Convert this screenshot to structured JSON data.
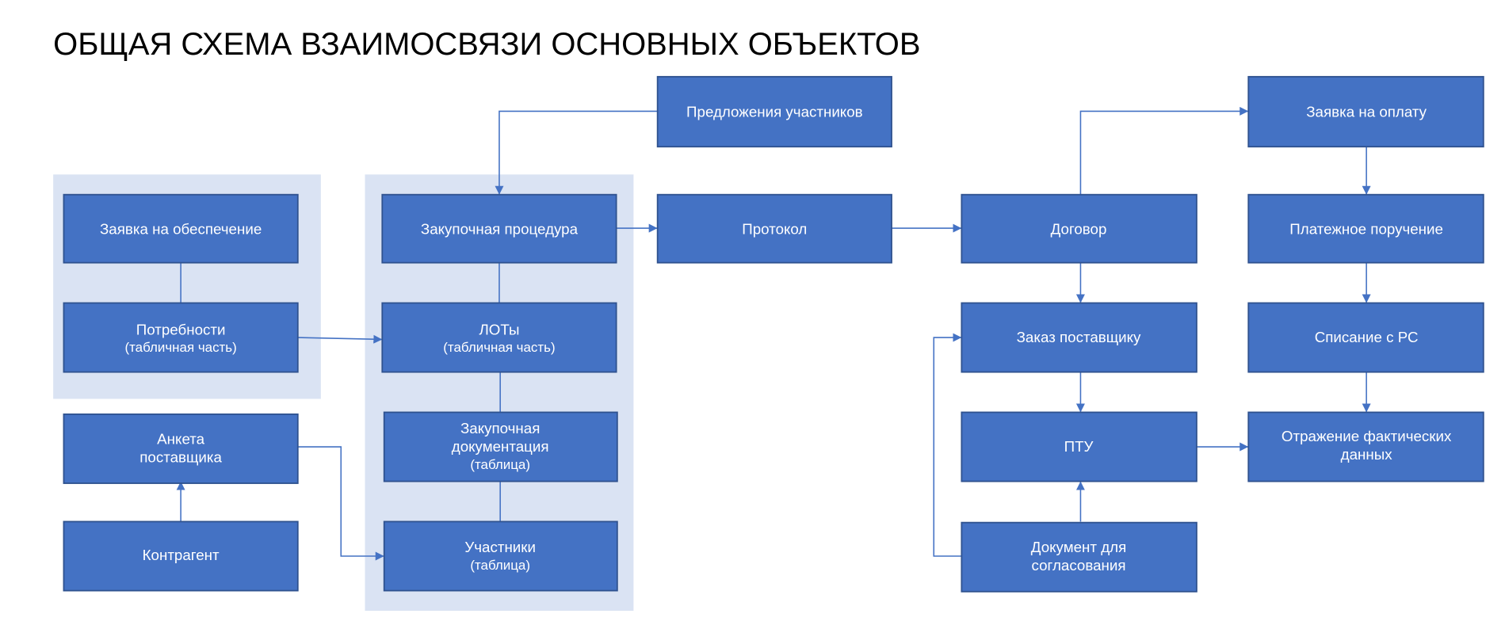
{
  "title": "ОБЩАЯ СХЕМА ВЗАИМОСВЯЗИ ОСНОВНЫХ ОБЪЕКТОВ",
  "colors": {
    "box": "#4472C4",
    "box_border": "#2F528F",
    "panel": "#DAE3F3",
    "connector": "#4472C4"
  },
  "boxes": {
    "offers": [
      "Предложения участников"
    ],
    "payment_request": [
      "Заявка на оплату"
    ],
    "supply_request": [
      "Заявка на обеспечение"
    ],
    "procurement_procedure": [
      "Закупочная процедура"
    ],
    "protocol": [
      "Протокол"
    ],
    "contract": [
      "Договор"
    ],
    "payment_order": [
      "Платежное поручение"
    ],
    "needs": [
      "Потребности",
      "(табличная часть)"
    ],
    "lots": [
      "ЛОТы",
      "(табличная часть)"
    ],
    "supplier_order": [
      "Заказ поставщику"
    ],
    "write_off": [
      "Списание с РС"
    ],
    "supplier_form": [
      "Анкета",
      "поставщика"
    ],
    "procurement_docs": [
      "Закупочная",
      "документация",
      "(таблица)"
    ],
    "ptu": [
      "ПТУ"
    ],
    "actual_data": [
      "Отражение фактических",
      "данных"
    ],
    "counterparty": [
      "Контрагент"
    ],
    "participants": [
      "Участники",
      "(таблица)"
    ],
    "approval_doc": [
      "Документ для",
      "согласования"
    ]
  }
}
